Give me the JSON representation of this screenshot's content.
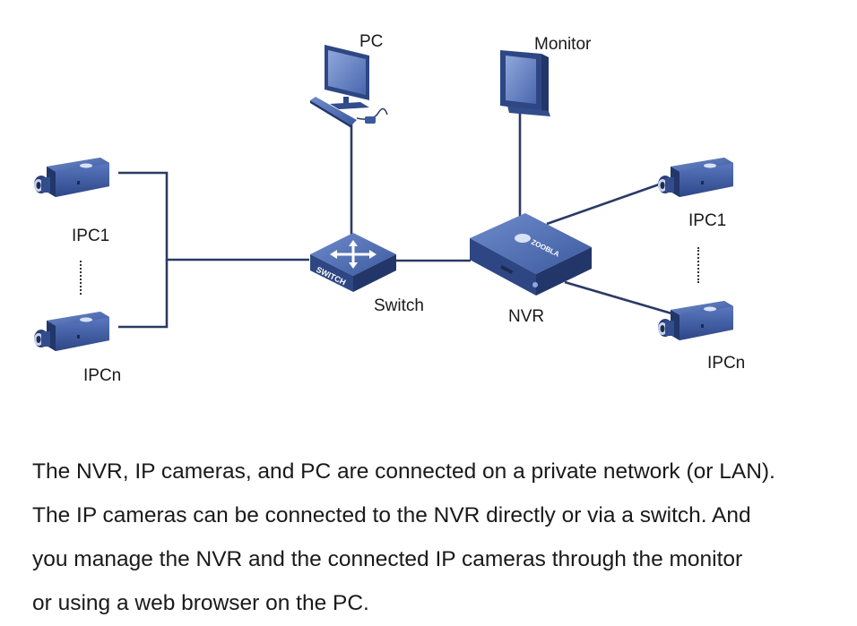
{
  "diagram": {
    "labels": {
      "pc": "PC",
      "monitor": "Monitor",
      "switch": "Switch",
      "nvr": "NVR",
      "ipc1_left": "IPC1",
      "ipcn_left": "IPCn",
      "ipc1_right": "IPC1",
      "ipcn_right": "IPCn"
    },
    "device_text": {
      "switch_box": "SWITCH",
      "brand": "ZOOBLA"
    },
    "colors": {
      "device_blue": "#3b5a9e",
      "device_dark": "#26386a",
      "line": "#2b3a63"
    }
  },
  "description": {
    "lines": [
      "The NVR, IP cameras, and PC are connected on a private network (or LAN).",
      "The IP cameras can be connected to the NVR directly or via a switch. And",
      "you manage the NVR and the connected IP cameras through the monitor",
      "or using a web browser on the PC."
    ]
  }
}
